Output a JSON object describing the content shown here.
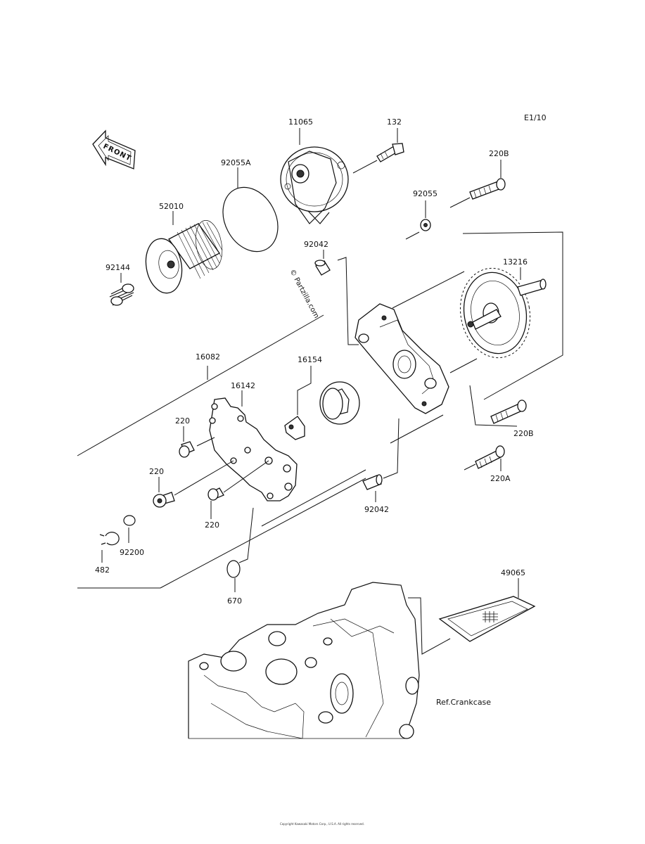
{
  "page_id": "E1/10",
  "front_label": "FRONT",
  "watermark": "© Partzilla.com",
  "ref_text": "Ref.Crankcase",
  "footer_text": "Copyright Kawasaki Motors Corp., U.S.A. All rights reserved.",
  "part_labels": {
    "p11065": "11065",
    "p132": "132",
    "p220B_top": "220B",
    "p92055": "92055",
    "p92055A": "92055A",
    "p52010": "52010",
    "p92144": "92144",
    "p92042_top": "92042",
    "p13216": "13216",
    "p16082": "16082",
    "p16154": "16154",
    "p16142": "16142",
    "p220_a": "220",
    "p220_b": "220",
    "p220_c": "220",
    "p220B_mid": "220B",
    "p220A": "220A",
    "p92042_bot": "92042",
    "p482": "482",
    "p92200": "92200",
    "p670": "670",
    "p49065": "49065"
  }
}
